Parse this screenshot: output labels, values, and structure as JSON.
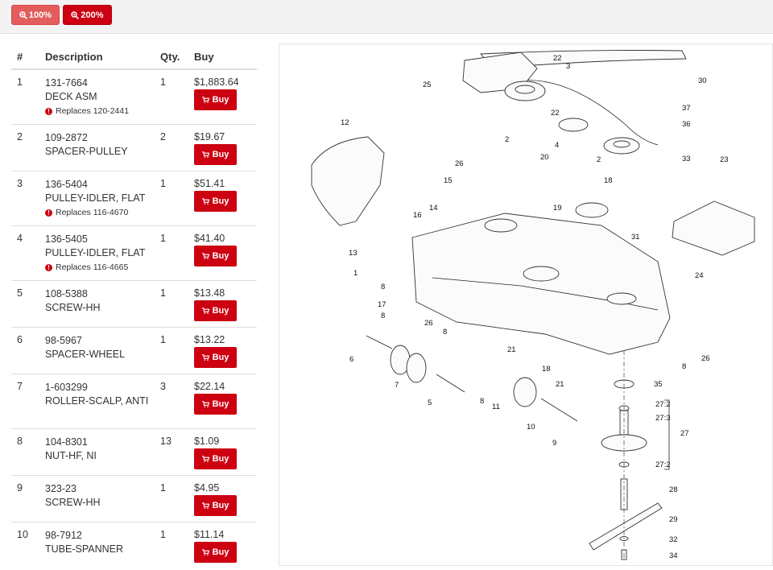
{
  "toolbar": {
    "zoom_100_label": "100%",
    "zoom_200_label": "200%"
  },
  "table": {
    "headers": {
      "num": "#",
      "description": "Description",
      "qty": "Qty.",
      "buy": "Buy"
    },
    "buy_label": "Buy",
    "rows": [
      {
        "num": "1",
        "part_no": "131-7664",
        "name": "DECK ASM",
        "qty": "1",
        "price": "$1,883.64",
        "replaces": "Replaces 120-2441"
      },
      {
        "num": "2",
        "part_no": "109-2872",
        "name": "SPACER-PULLEY",
        "qty": "2",
        "price": "$19.67",
        "replaces": ""
      },
      {
        "num": "3",
        "part_no": "136-5404",
        "name": "PULLEY-IDLER, FLAT",
        "qty": "1",
        "price": "$51.41",
        "replaces": "Replaces 116-4670"
      },
      {
        "num": "4",
        "part_no": "136-5405",
        "name": "PULLEY-IDLER, FLAT",
        "qty": "1",
        "price": "$41.40",
        "replaces": "Replaces 116-4665"
      },
      {
        "num": "5",
        "part_no": "108-5388",
        "name": "SCREW-HH",
        "qty": "1",
        "price": "$13.48",
        "replaces": ""
      },
      {
        "num": "6",
        "part_no": "98-5967",
        "name": "SPACER-WHEEL",
        "qty": "1",
        "price": "$13.22",
        "replaces": ""
      },
      {
        "num": "7",
        "part_no": "1-603299",
        "name": "ROLLER-SCALP, ANTI",
        "qty": "3",
        "price": "$22.14",
        "replaces": ""
      },
      {
        "num": "8",
        "part_no": "104-8301",
        "name": "NUT-HF, NI",
        "qty": "13",
        "price": "$1.09",
        "replaces": ""
      },
      {
        "num": "9",
        "part_no": "323-23",
        "name": "SCREW-HH",
        "qty": "1",
        "price": "$4.95",
        "replaces": ""
      },
      {
        "num": "10",
        "part_no": "98-7912",
        "name": "TUBE-SPANNER",
        "qty": "1",
        "price": "$11.14",
        "replaces": ""
      }
    ]
  },
  "diagram": {
    "callouts": [
      "22",
      "3",
      "25",
      "30",
      "22",
      "37",
      "36",
      "2",
      "4",
      "2",
      "33",
      "12",
      "20",
      "26",
      "15",
      "18",
      "23",
      "14",
      "16",
      "19",
      "13",
      "31",
      "1",
      "24",
      "8",
      "17",
      "8",
      "26",
      "8",
      "21",
      "6",
      "18",
      "8",
      "26",
      "7",
      "21",
      "35",
      "5",
      "8",
      "11",
      "27:2",
      "27:3",
      "27",
      "10",
      "9",
      "27:2",
      "28",
      "29",
      "32",
      "34"
    ]
  },
  "colors": {
    "accent": "#cc0011",
    "accent_light": "#e35d5d"
  }
}
